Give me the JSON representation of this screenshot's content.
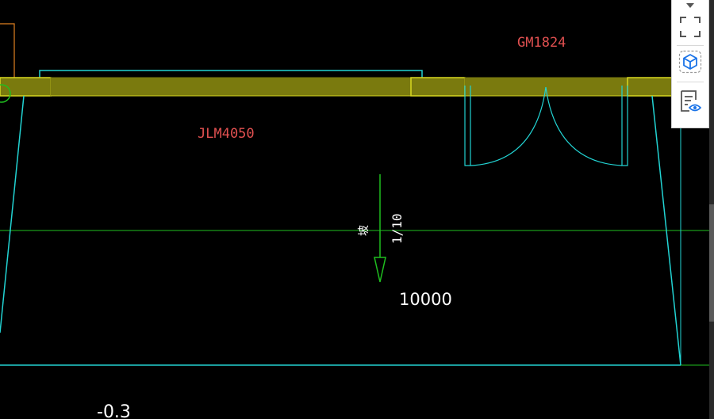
{
  "drawing": {
    "door_label_top": "GM1824",
    "door_label_left": "JLM4050",
    "slope_text": "1/10",
    "slope_glyph": "坡",
    "dimension_value": "10000",
    "elevation_value": "-0.3"
  },
  "toolbar": {
    "icons": [
      "menu-caret-icon",
      "fullscreen-icon",
      "3d-view-icon",
      "properties-view-icon"
    ]
  },
  "colors": {
    "background": "#000000",
    "wall_fill": "#7a7a0e",
    "wall_stroke": "#d8d820",
    "outline_cyan": "#22d3d3",
    "axis_green": "#1fbf1f",
    "label_red": "#e05050",
    "text_white": "#ffffff",
    "orange": "#e08020"
  }
}
